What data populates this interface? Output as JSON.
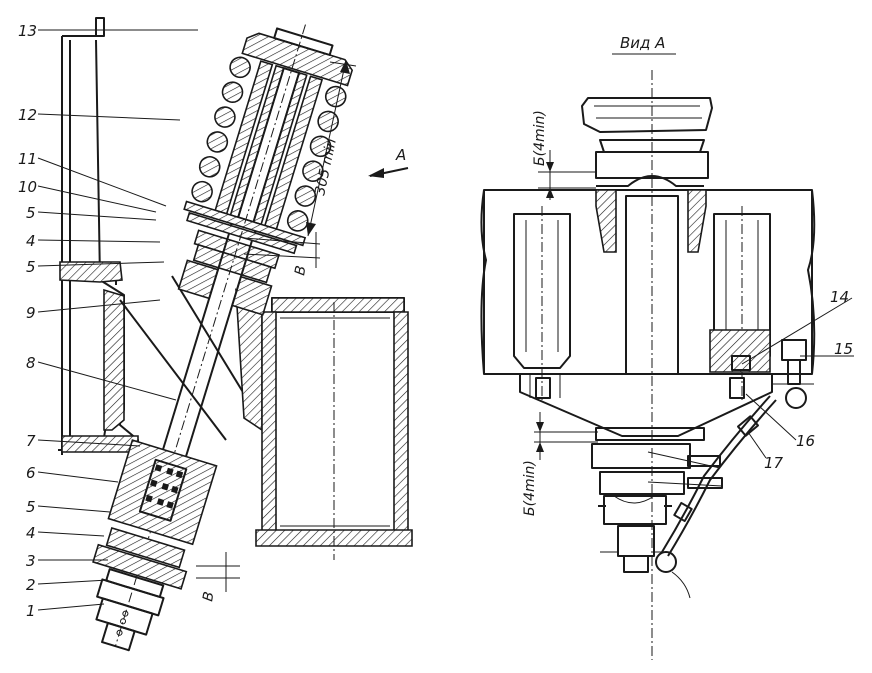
{
  "view_title": "Вид А",
  "view_arrow_label": "А",
  "dimensions": {
    "spring_length": "305 min",
    "gap_b_upper": "В",
    "gap_b_lower": "В",
    "gap_6_upper": "Б(4min)",
    "gap_6_lower": "Б(4min)"
  },
  "left_labels": [
    "13",
    "12",
    "11",
    "10",
    "5",
    "4",
    "5",
    "9",
    "8",
    "7",
    "6",
    "5",
    "4",
    "3",
    "2",
    "1"
  ],
  "right_labels": [
    "14",
    "15",
    "16",
    "17"
  ]
}
